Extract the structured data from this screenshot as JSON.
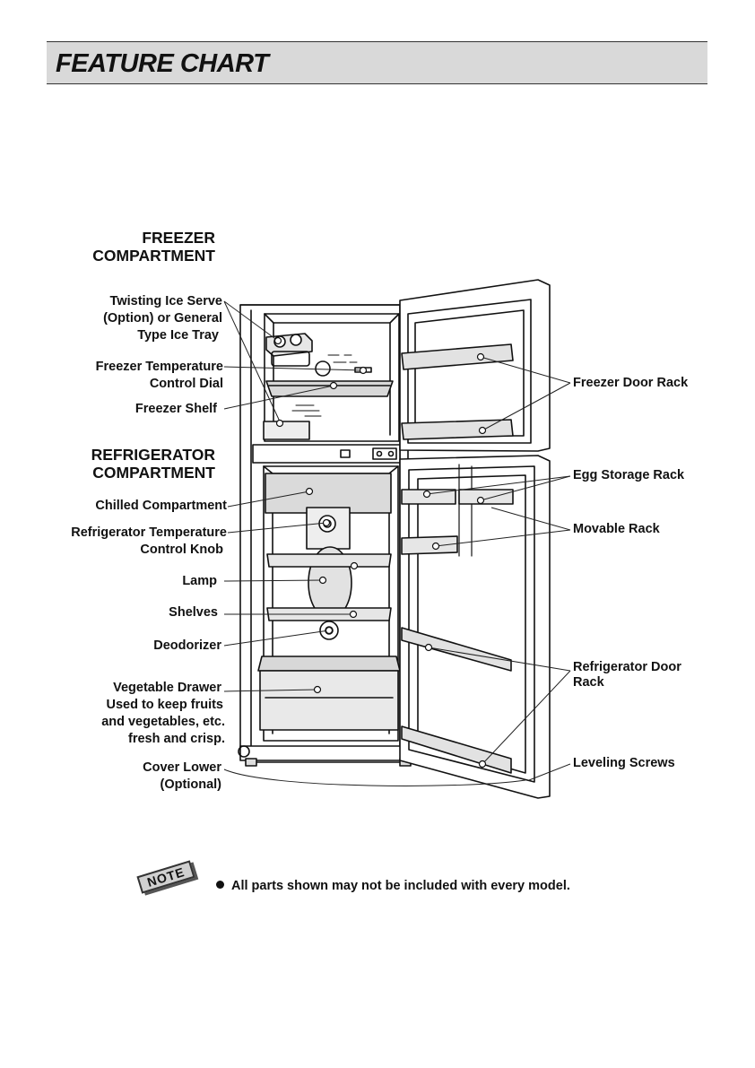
{
  "header": {
    "title": "FEATURE CHART"
  },
  "sections": {
    "freezer": [
      "FREEZER",
      "COMPARTMENT"
    ],
    "refrigerator": [
      "REFRIGERATOR",
      "COMPARTMENT"
    ]
  },
  "left_labels": {
    "ice_serve": [
      "Twisting Ice Serve",
      "(Option) or General",
      "Type Ice Tray"
    ],
    "freezer_dial": [
      "Freezer Temperature",
      "Control Dial"
    ],
    "freezer_shelf": [
      "Freezer Shelf"
    ],
    "chilled": [
      "Chilled Compartment"
    ],
    "ref_knob": [
      "Refrigerator Temperature",
      "Control Knob"
    ],
    "lamp": [
      "Lamp"
    ],
    "shelves": [
      "Shelves"
    ],
    "deodorizer": [
      "Deodorizer"
    ],
    "vegetable": [
      "Vegetable Drawer",
      "Used to keep fruits",
      "and vegetables, etc.",
      "fresh and crisp."
    ],
    "cover_lower": [
      "Cover Lower",
      "(Optional)"
    ]
  },
  "right_labels": {
    "freezer_door_rack": [
      "Freezer Door Rack"
    ],
    "egg_rack": [
      "Egg Storage Rack"
    ],
    "movable_rack": [
      "Movable Rack"
    ],
    "ref_door_rack": [
      "Refrigerator Door",
      "Rack"
    ],
    "leveling": [
      "Leveling Screws"
    ]
  },
  "note": {
    "badge": "NOTE",
    "text": "All parts shown may not be included with every model."
  }
}
